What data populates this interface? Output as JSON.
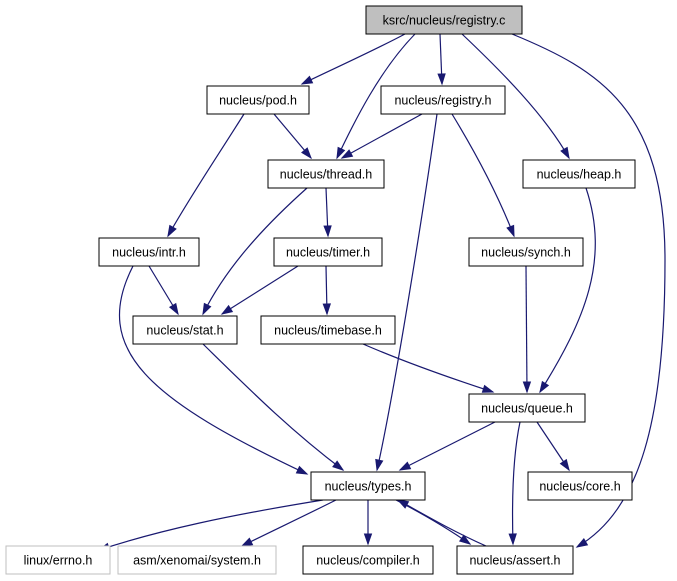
{
  "nodes": [
    {
      "id": "root",
      "label": "ksrc/nucleus/registry.c",
      "kind": "root"
    },
    {
      "id": "pod",
      "label": "nucleus/pod.h"
    },
    {
      "id": "registry",
      "label": "nucleus/registry.h"
    },
    {
      "id": "thread",
      "label": "nucleus/thread.h"
    },
    {
      "id": "heap",
      "label": "nucleus/heap.h"
    },
    {
      "id": "intr",
      "label": "nucleus/intr.h"
    },
    {
      "id": "timer",
      "label": "nucleus/timer.h"
    },
    {
      "id": "synch",
      "label": "nucleus/synch.h"
    },
    {
      "id": "stat",
      "label": "nucleus/stat.h"
    },
    {
      "id": "timebase",
      "label": "nucleus/timebase.h"
    },
    {
      "id": "queue",
      "label": "nucleus/queue.h"
    },
    {
      "id": "types",
      "label": "nucleus/types.h"
    },
    {
      "id": "core",
      "label": "nucleus/core.h"
    },
    {
      "id": "errno",
      "label": "linux/errno.h",
      "kind": "external"
    },
    {
      "id": "system",
      "label": "asm/xenomai/system.h",
      "kind": "external"
    },
    {
      "id": "compiler",
      "label": "nucleus/compiler.h"
    },
    {
      "id": "assert",
      "label": "nucleus/assert.h"
    }
  ],
  "edges": [
    {
      "from": "root",
      "to": "pod"
    },
    {
      "from": "root",
      "to": "registry"
    },
    {
      "from": "root",
      "to": "thread"
    },
    {
      "from": "root",
      "to": "heap"
    },
    {
      "from": "root",
      "to": "assert"
    },
    {
      "from": "pod",
      "to": "thread"
    },
    {
      "from": "pod",
      "to": "intr"
    },
    {
      "from": "registry",
      "to": "thread"
    },
    {
      "from": "registry",
      "to": "synch"
    },
    {
      "from": "registry",
      "to": "types"
    },
    {
      "from": "thread",
      "to": "timer"
    },
    {
      "from": "thread",
      "to": "stat"
    },
    {
      "from": "heap",
      "to": "queue"
    },
    {
      "from": "intr",
      "to": "stat"
    },
    {
      "from": "intr",
      "to": "types"
    },
    {
      "from": "timer",
      "to": "stat"
    },
    {
      "from": "timer",
      "to": "timebase"
    },
    {
      "from": "synch",
      "to": "queue"
    },
    {
      "from": "stat",
      "to": "types"
    },
    {
      "from": "timebase",
      "to": "queue"
    },
    {
      "from": "queue",
      "to": "types"
    },
    {
      "from": "queue",
      "to": "core"
    },
    {
      "from": "queue",
      "to": "assert"
    },
    {
      "from": "types",
      "to": "errno"
    },
    {
      "from": "types",
      "to": "system"
    },
    {
      "from": "types",
      "to": "compiler"
    },
    {
      "from": "types",
      "to": "assert"
    },
    {
      "from": "assert",
      "to": "types"
    }
  ]
}
